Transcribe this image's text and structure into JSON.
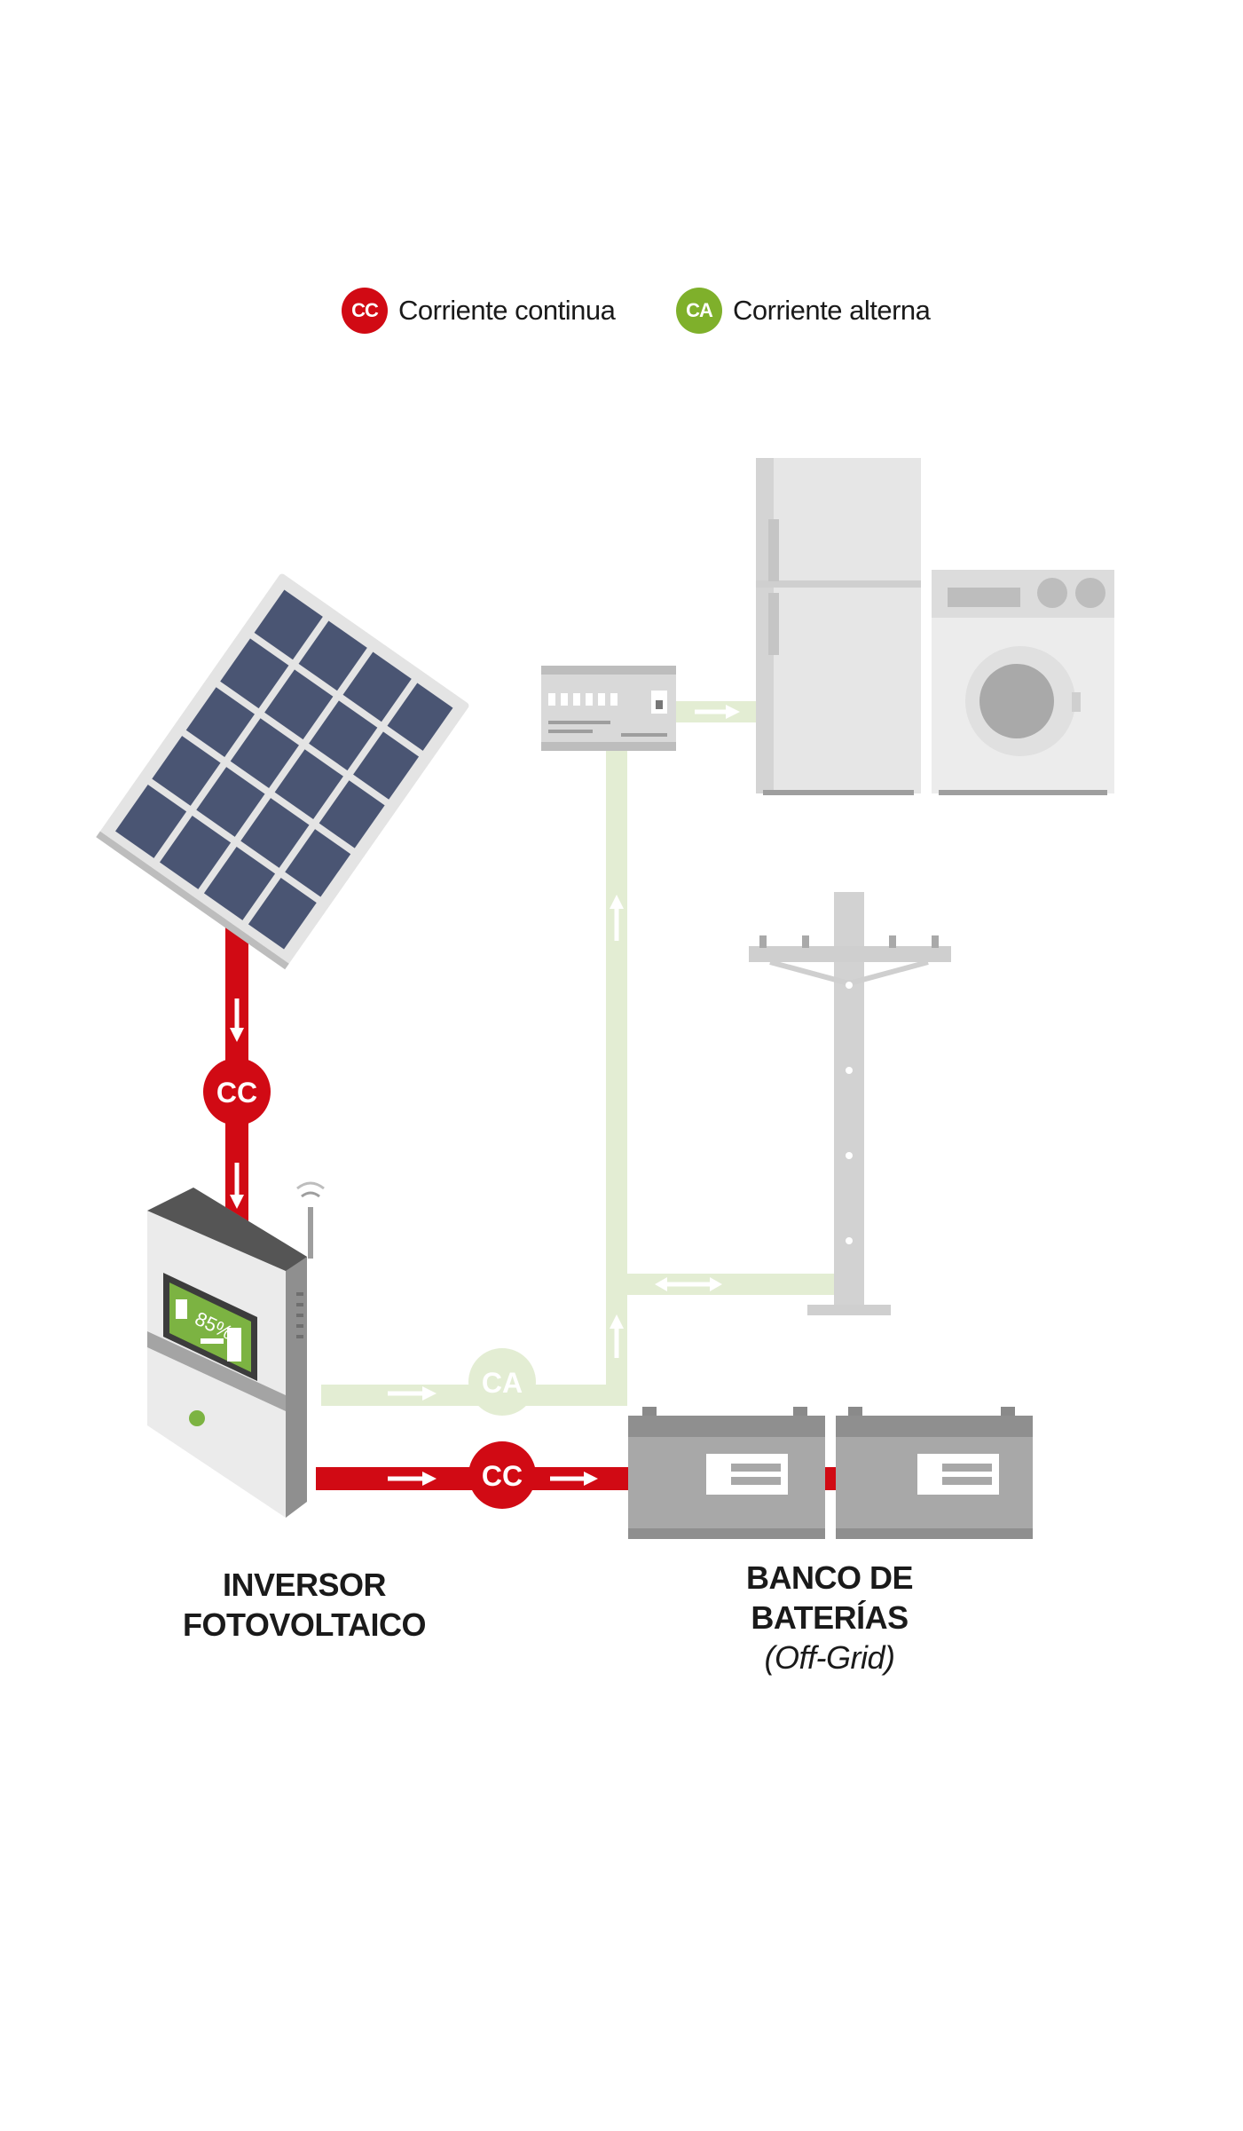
{
  "legend": {
    "cc": {
      "badge": "CC",
      "label": "Corriente continua",
      "color": "#d10a14"
    },
    "ca": {
      "badge": "CA",
      "label": "Corriente alterna",
      "color": "#7fb02b"
    }
  },
  "labels": {
    "inverter": [
      "INVERSOR",
      "FOTOVOLTAICO"
    ],
    "battery": [
      "BANCO DE",
      "BATERÍAS"
    ],
    "battery_note": "(Off-Grid)"
  },
  "flow_badges": {
    "panel_to_inverter": "CC",
    "inverter_to_battery": "CC",
    "inverter_ac": "CA"
  },
  "inverter_display": {
    "percent": "85%"
  },
  "colors": {
    "dc_line": "#d10a14",
    "ac_line": "#e3edd3",
    "ac_badge": "#e3edd3",
    "panel_cell": "#4a5573",
    "panel_frame": "#d9d9d9",
    "appliance": "#e6e6e6",
    "battery": "#a8a8a8",
    "screen": "#7cb342"
  },
  "icons": [
    "solar-panel-icon",
    "inverter-icon",
    "wifi-antenna-icon",
    "battery-icon",
    "breaker-panel-icon",
    "refrigerator-icon",
    "washing-machine-icon",
    "utility-pole-icon",
    "arrow-icon"
  ]
}
